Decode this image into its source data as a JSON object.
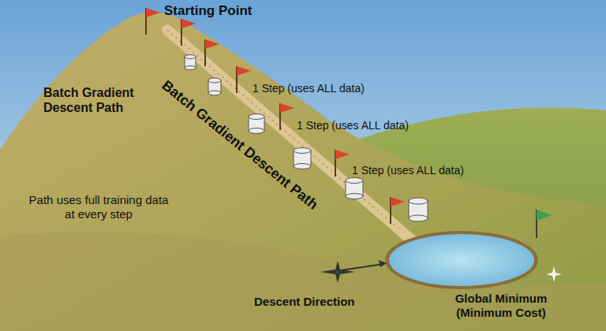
{
  "diagram": {
    "labels": [
      "Starting Point",
      "Batch Gradient Descent Path",
      "Batch Gradient Descent Path",
      "1 Step (uses ALL data)",
      "1 Step (uses ALL data)",
      "1 Step (uses ALL data)",
      "Path uses full training data at every step",
      "Descent Direction",
      "Global Minimum (Minimum Cost)"
    ]
  }
}
